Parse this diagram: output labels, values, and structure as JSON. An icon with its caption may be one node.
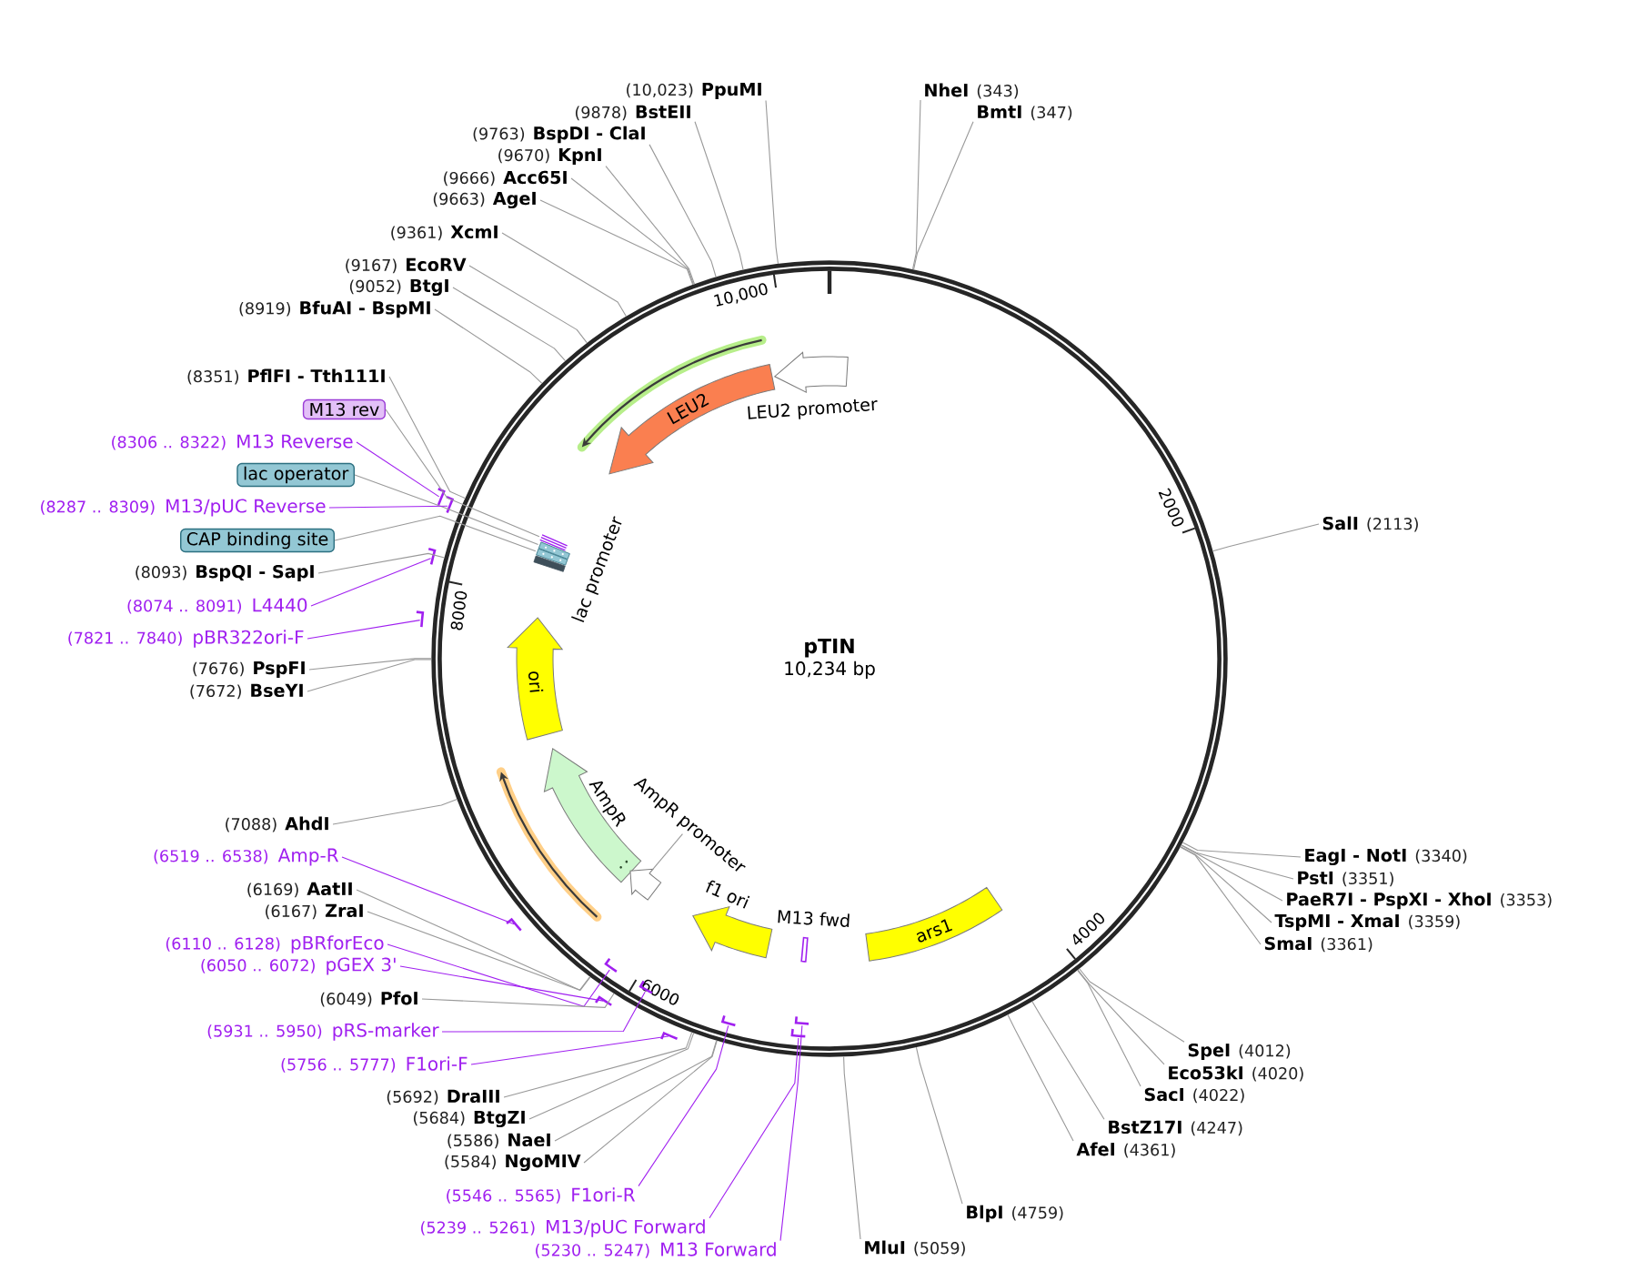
{
  "diagram": {
    "nodes": [
      {
        "text": [
          "pTIN",
          "10,234 bp"
        ]
      },
      {
        "text": [],
        "shape": "arrow",
        "beside": [
          "LEU2 promoter"
        ],
        "in": 0
      },
      {
        "text": [],
        "shape": "arrow",
        "in": 0
      },
      {
        "text": [
          "LEU2"
        ],
        "in": 0
      },
      {
        "text": [],
        "shape": "bar",
        "in": 0
      },
      {
        "text": [],
        "shape": "bar",
        "in": 0
      },
      {
        "text": [],
        "shape": "bar",
        "in": 0
      },
      {
        "text": [],
        "shape": "bar",
        "beside": [
          "lac promoter"
        ],
        "in": 0
      },
      {
        "text": [
          "ori"
        ],
        "in": 0
      },
      {
        "text": [],
        "shape": "arrow",
        "in": 0
      },
      {
        "text": [],
        "shape": "arrow",
        "beside": [
          "AmpR"
        ],
        "in": 0
      },
      {
        "text": [],
        "shape": "arrow",
        "in": 0
      },
      {
        "text": [
          "AmpR promoter"
        ],
        "in": 0
      },
      {
        "text": [],
        "shape": "arrow",
        "beside": [
          "f1 ori"
        ],
        "in": 0
      },
      {
        "text": [],
        "shape": "bar",
        "beside": [
          "M13 fwd"
        ],
        "in": 0
      },
      {
        "text": [
          "ars1"
        ],
        "in": 0
      },
      {
        "text": [
          "(10,023)",
          "PpuMI"
        ]
      },
      {
        "text": [
          "(9878)",
          "BstEII"
        ]
      },
      {
        "text": [
          "(9763)",
          "BspDI - ClaI"
        ]
      },
      {
        "text": [
          "(9670)",
          "KpnI"
        ]
      },
      {
        "text": [
          "(9666)",
          "Acc65I"
        ]
      },
      {
        "text": [
          "(9663)",
          "AgeI"
        ]
      },
      {
        "text": [
          "(9361)",
          "XcmI"
        ]
      },
      {
        "text": [
          "(9167)",
          "EcoRV"
        ]
      },
      {
        "text": [
          "(9052)",
          "BtgI"
        ]
      },
      {
        "text": [
          "(8919)",
          "BfuAI - BspMI"
        ]
      },
      {
        "text": [
          "(8351)",
          "PflFI - Tth111I"
        ]
      },
      {
        "text": [
          "M13 rev"
        ]
      },
      {
        "text": [
          "(8306 .. 8322)",
          "M13 Reverse"
        ]
      },
      {
        "text": [
          "lac operator"
        ]
      },
      {
        "text": [
          "(8287 .. 8309)",
          "M13/pUC Reverse"
        ]
      },
      {
        "text": [
          "CAP binding site"
        ]
      },
      {
        "text": [
          "(8093)",
          "BspQI - SapI"
        ]
      },
      {
        "text": [
          "(8074 .. 8091)",
          "L4440"
        ]
      },
      {
        "text": [
          "(7821 .. 7840)",
          "pBR322ori-F"
        ]
      },
      {
        "text": [
          "(7676)",
          "PspFI"
        ]
      },
      {
        "text": [
          "(7672)",
          "BseYI"
        ]
      },
      {
        "text": [
          "(7088)",
          "AhdI"
        ]
      },
      {
        "text": [
          "(6519 .. 6538)",
          "Amp-R"
        ]
      },
      {
        "text": [
          "(6169)",
          "AatII"
        ]
      },
      {
        "text": [
          "(6167)",
          "ZraI"
        ]
      },
      {
        "text": [
          "(6110 .. 6128)",
          "pBRforEco"
        ]
      },
      {
        "text": [
          "(6050 .. 6072)",
          "pGEX 3'"
        ]
      },
      {
        "text": [
          "(6049)",
          "PfoI"
        ]
      },
      {
        "text": [
          "(5931 .. 5950)",
          "pRS-marker"
        ]
      },
      {
        "text": [
          "(5756 .. 5777)",
          "F1ori-F"
        ]
      },
      {
        "text": [
          "(5692)",
          "DraIII"
        ]
      },
      {
        "text": [
          "(5684)",
          "BtgZI"
        ]
      },
      {
        "text": [
          "(5586)",
          "NaeI"
        ]
      },
      {
        "text": [
          "(5584)",
          "NgoMIV"
        ]
      },
      {
        "text": [
          "(5546 .. 5565)",
          "F1ori-R"
        ]
      },
      {
        "text": [
          "(5239 .. 5261)",
          "M13/pUC Forward"
        ]
      },
      {
        "text": [
          "(5230 .. 5247)",
          "M13 Forward"
        ]
      },
      {
        "text": [
          "NheI",
          "(343)"
        ]
      },
      {
        "text": [
          "BmtI",
          "(347)"
        ]
      },
      {
        "text": [
          "SalI",
          "(2113)"
        ]
      },
      {
        "text": [
          "EagI - NotI",
          "(3340)"
        ]
      },
      {
        "text": [
          "PstI",
          "(3351)"
        ]
      },
      {
        "text": [
          "PaeR7I - PspXI - XhoI",
          "(3353)"
        ]
      },
      {
        "text": [
          "TspMI - XmaI",
          "(3359)"
        ]
      },
      {
        "text": [
          "SmaI",
          "(3361)"
        ]
      },
      {
        "text": [
          "SpeI",
          "(4012)"
        ]
      },
      {
        "text": [
          "Eco53kI",
          "(4020)"
        ]
      },
      {
        "text": [
          "SacI",
          "(4022)"
        ]
      },
      {
        "text": [
          "BstZ17I",
          "(4247)"
        ]
      },
      {
        "text": [
          "AfeI",
          "(4361)"
        ]
      },
      {
        "text": [
          "BlpI",
          "(4759)"
        ]
      },
      {
        "text": [
          "MluI",
          "(5059)"
        ]
      },
      {
        "text": [],
        "shape": "bar"
      },
      {
        "text": [],
        "shape": "bar"
      },
      {
        "text": [],
        "shape": "bar"
      },
      {
        "text": [],
        "shape": "bar"
      },
      {
        "text": [],
        "shape": "bar"
      },
      {
        "text": [],
        "shape": "bar",
        "in": 0
      },
      {
        "text": [],
        "shape": "bar"
      },
      {
        "text": [],
        "shape": "bar",
        "in": 0
      },
      {
        "text": [],
        "shape": "bar"
      },
      {
        "text": [],
        "shape": "bar",
        "in": 0
      },
      {
        "text": [],
        "shape": "bar",
        "in": 0
      },
      {
        "text": [],
        "shape": "bar",
        "in": 0
      }
    ],
    "edges": [
      {
        "from": 16,
        "to": 0,
        "arrow": "none"
      },
      {
        "from": 17,
        "to": 0,
        "arrow": "none"
      },
      {
        "from": 18,
        "to": 0,
        "arrow": "none"
      },
      {
        "from": 19,
        "to": 0,
        "arrow": "none"
      },
      {
        "from": 20,
        "to": 0,
        "arrow": "none"
      },
      {
        "from": 21,
        "to": 0,
        "arrow": "none"
      },
      {
        "from": 22,
        "to": 0,
        "arrow": "none"
      },
      {
        "from": 23,
        "to": 0,
        "arrow": "none"
      },
      {
        "from": 24,
        "to": 0,
        "arrow": "none"
      },
      {
        "from": 25,
        "to": 0,
        "arrow": "none"
      },
      {
        "from": 26,
        "to": 0,
        "arrow": "none"
      },
      {
        "from": 27,
        "to": 4,
        "arrow": "none"
      },
      {
        "from": 28,
        "to": 68,
        "arrow": "none",
        "color": "#a020f0"
      },
      {
        "from": 29,
        "to": 5,
        "arrow": "none"
      },
      {
        "from": 30,
        "to": 69,
        "arrow": "none",
        "color": "#a020f0"
      },
      {
        "from": 31,
        "to": 6,
        "arrow": "none"
      },
      {
        "from": 32,
        "to": 0,
        "arrow": "none"
      },
      {
        "from": 33,
        "to": 70,
        "arrow": "none",
        "color": "#a020f0"
      },
      {
        "from": 34,
        "to": 71,
        "arrow": "none",
        "color": "#a020f0"
      },
      {
        "from": 35,
        "to": 0,
        "arrow": "none"
      },
      {
        "from": 36,
        "to": 0,
        "arrow": "none"
      },
      {
        "from": 37,
        "to": 0,
        "arrow": "none"
      },
      {
        "from": 38,
        "to": 72,
        "arrow": "none",
        "color": "#a020f0"
      },
      {
        "from": 39,
        "to": 0,
        "arrow": "none"
      },
      {
        "from": 40,
        "to": 0,
        "arrow": "none"
      },
      {
        "from": 41,
        "to": 73,
        "arrow": "none",
        "color": "#a020f0"
      },
      {
        "from": 42,
        "to": 74,
        "arrow": "none",
        "color": "#a020f0"
      },
      {
        "from": 43,
        "to": 0,
        "arrow": "none"
      },
      {
        "from": 44,
        "to": 75,
        "arrow": "none",
        "color": "#a020f0"
      },
      {
        "from": 45,
        "to": 76,
        "arrow": "none",
        "color": "#a020f0"
      },
      {
        "from": 46,
        "to": 0,
        "arrow": "none"
      },
      {
        "from": 47,
        "to": 0,
        "arrow": "none"
      },
      {
        "from": 48,
        "to": 0,
        "arrow": "none"
      },
      {
        "from": 49,
        "to": 0,
        "arrow": "none"
      },
      {
        "from": 50,
        "to": 77,
        "arrow": "none",
        "color": "#a020f0"
      },
      {
        "from": 51,
        "to": 78,
        "arrow": "none",
        "color": "#a020f0"
      },
      {
        "from": 52,
        "to": 79,
        "arrow": "none",
        "color": "#a020f0"
      },
      {
        "from": 53,
        "to": 0,
        "arrow": "none"
      },
      {
        "from": 54,
        "to": 0,
        "arrow": "none"
      },
      {
        "from": 55,
        "to": 0,
        "arrow": "none"
      },
      {
        "from": 56,
        "to": 0,
        "arrow": "none"
      },
      {
        "from": 57,
        "to": 0,
        "arrow": "none"
      },
      {
        "from": 58,
        "to": 0,
        "arrow": "none"
      },
      {
        "from": 59,
        "to": 0,
        "arrow": "none"
      },
      {
        "from": 60,
        "to": 0,
        "arrow": "none"
      },
      {
        "from": 61,
        "to": 0,
        "arrow": "none"
      },
      {
        "from": 62,
        "to": 0,
        "arrow": "none"
      },
      {
        "from": 63,
        "to": 0,
        "arrow": "none"
      },
      {
        "from": 64,
        "to": 0,
        "arrow": "none"
      },
      {
        "from": 65,
        "to": 0,
        "arrow": "none"
      },
      {
        "from": 66,
        "to": 0,
        "arrow": "none"
      },
      {
        "from": 67,
        "to": 0,
        "arrow": "none"
      },
      {
        "from": 12,
        "to": 11,
        "arrow": "none"
      }
    ],
    "labels": [
      "10,000",
      "2000",
      "8000",
      "4000",
      "6000"
    ]
  }
}
